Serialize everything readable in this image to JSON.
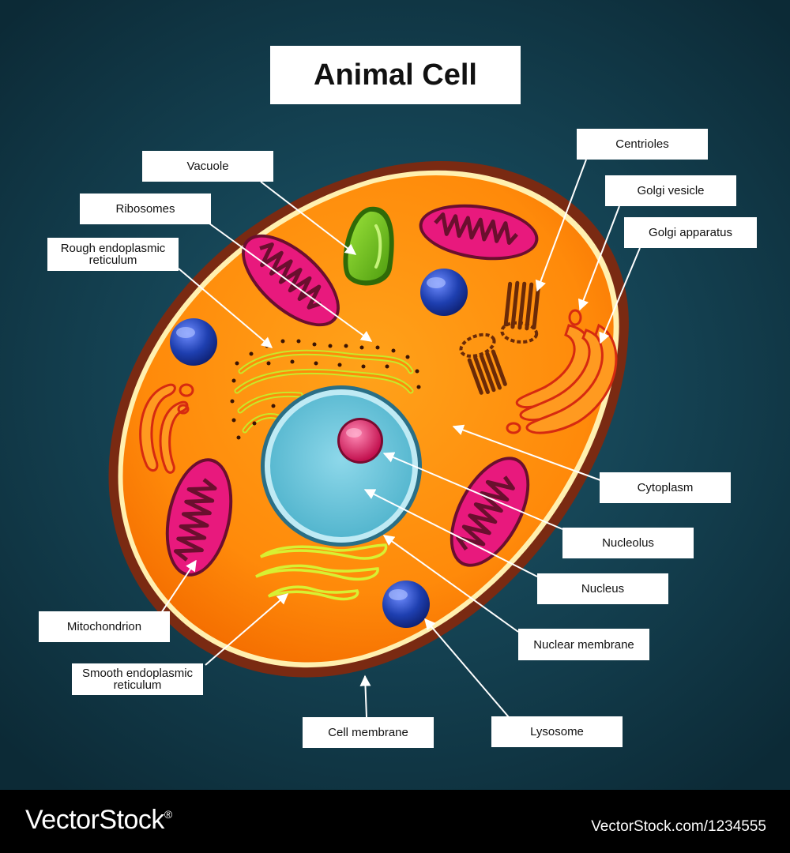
{
  "title": "Animal Cell",
  "labels": {
    "vacuole": "Vacuole",
    "ribosomes": "Ribosomes",
    "rough_er": "Rough endoplasmic\nreticulum",
    "centrioles": "Centrioles",
    "golgi_vesicle": "Golgi vesicle",
    "golgi_apparatus": "Golgi apparatus",
    "cytoplasm": "Cytoplasm",
    "nucleolus": "Nucleolus",
    "nucleus": "Nucleus",
    "nuclear_membrane": "Nuclear membrane",
    "mitochondrion": "Mitochondrion",
    "smooth_er": "Smooth endoplasmic\nreticulum",
    "cell_membrane": "Cell membrane",
    "lysosome": "Lysosome"
  },
  "footer": {
    "brand": "VectorStock",
    "registered": "®",
    "stock_id": "VectorStock.com/1234555"
  },
  "colors": {
    "background": "#154455",
    "cytoplasm": "#ff8a0a",
    "cell_membrane": "#7a2a12",
    "nucleus": "#6cc6dc",
    "nucleolus": "#d81b60",
    "mitochondrion": "#e8197d",
    "vacuole": "#6bc31c",
    "lysosome": "#1e3fb0",
    "smooth_er": "#d8f032",
    "golgi": "#d62a10"
  }
}
